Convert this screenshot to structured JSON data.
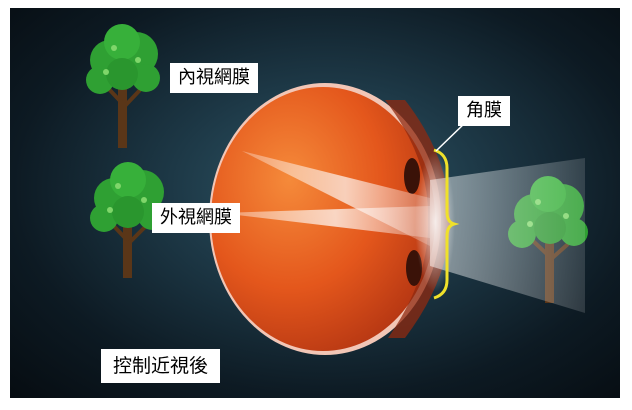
{
  "labels": {
    "inner_retina": "內視網膜",
    "cornea": "角膜",
    "outer_retina": "外視網膜",
    "caption": "控制近視後"
  },
  "colors": {
    "background_center": "#2f5868",
    "background_edge": "#060c11",
    "eyeball": "#e4571c",
    "eyeball_dark": "#b23412",
    "sclera_outline": "#f2c6b6",
    "cornea_bracket": "#f0e12a",
    "leaf": "#2fa033",
    "leaf_light": "#7fd66a",
    "trunk": "#5a3618",
    "light_beam": "#ffffff"
  },
  "icons": [
    "tree-icon",
    "eyeball-icon",
    "light-beam",
    "bracket-icon"
  ]
}
